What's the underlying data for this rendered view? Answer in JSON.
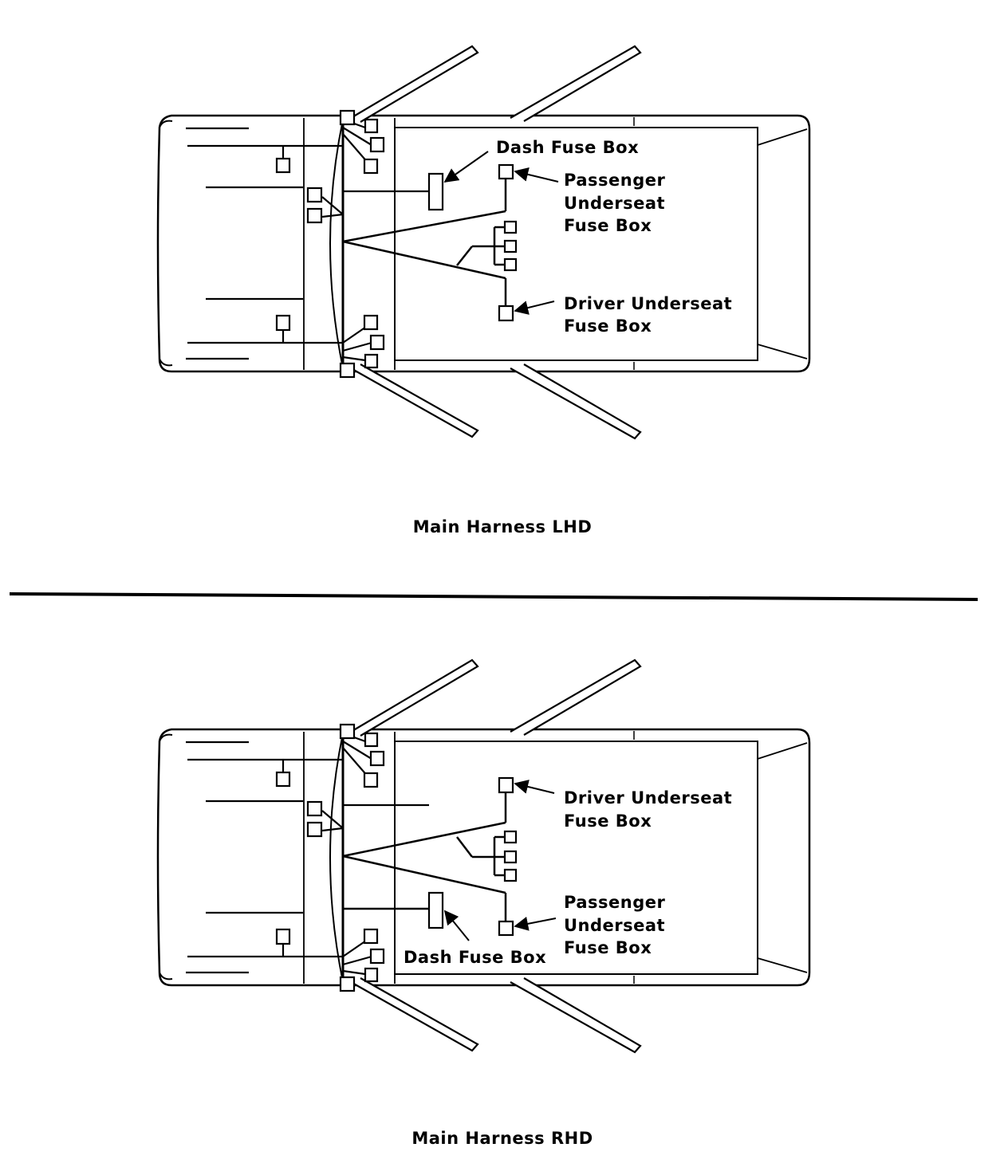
{
  "colors": {
    "ink": "#000000",
    "paper": "#ffffff"
  },
  "lhd": {
    "caption": "Main Harness LHD",
    "dash_fuse_box": "Dash Fuse Box",
    "passenger_fuse_box": [
      "Passenger",
      "Underseat",
      "Fuse Box"
    ],
    "driver_fuse_box": [
      "Driver Underseat",
      "Fuse Box"
    ]
  },
  "rhd": {
    "caption": "Main Harness RHD",
    "dash_fuse_box": "Dash Fuse Box",
    "passenger_fuse_box": [
      "Passenger",
      "Underseat",
      "Fuse Box"
    ],
    "driver_fuse_box": [
      "Driver Underseat",
      "Fuse Box"
    ]
  }
}
